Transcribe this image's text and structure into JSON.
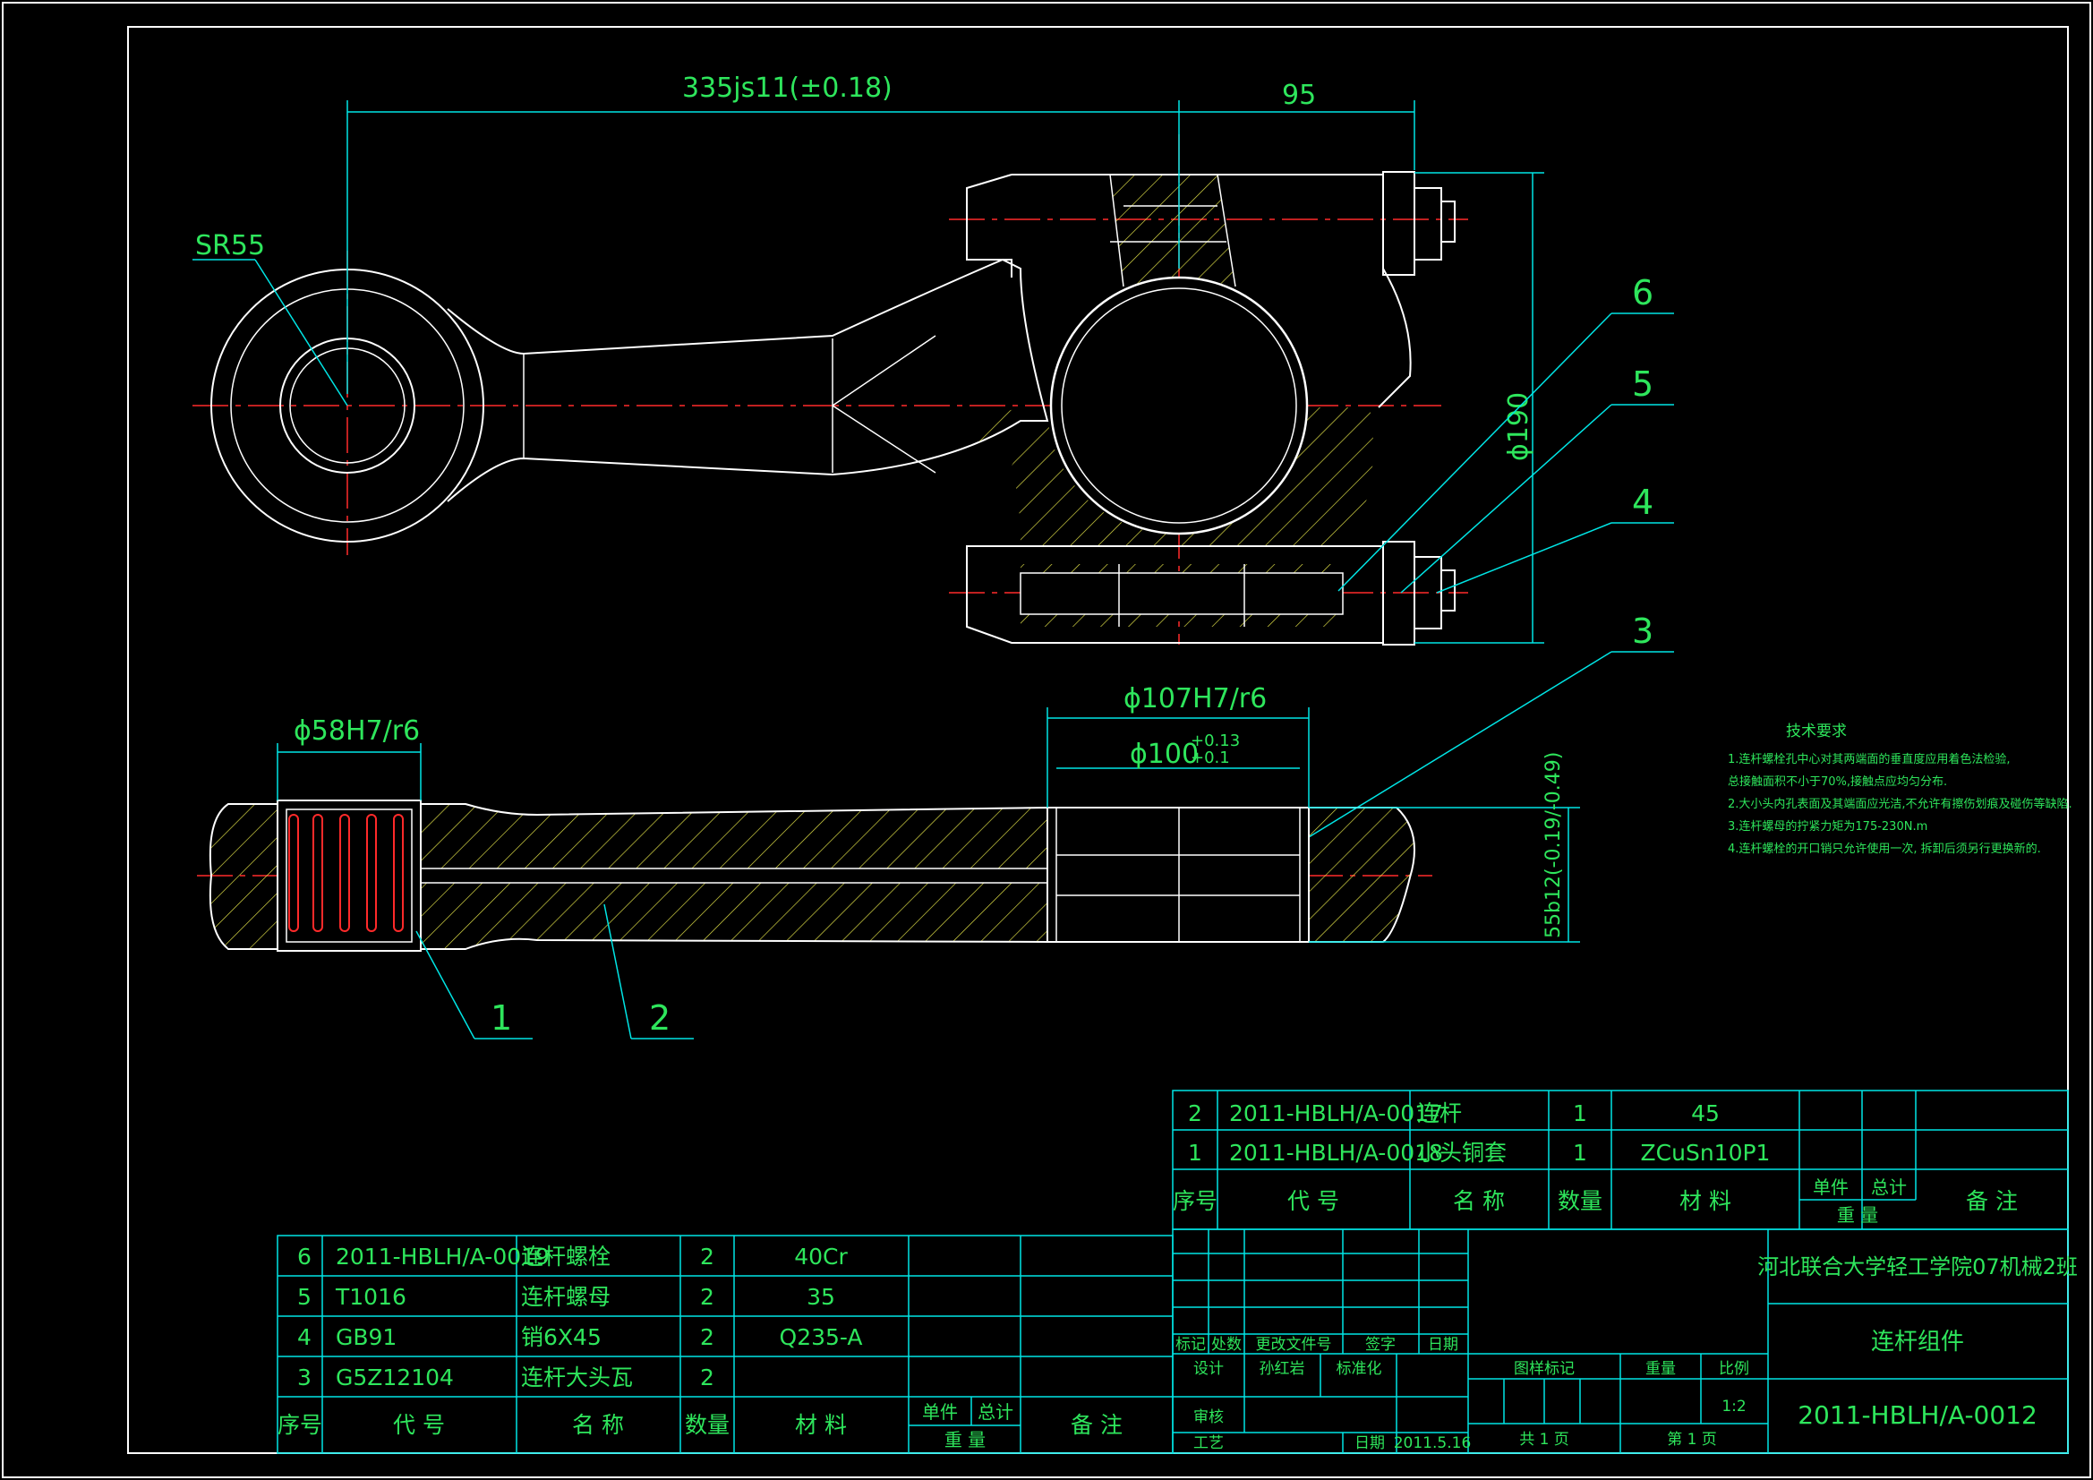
{
  "dimensions": {
    "d335": "335js11(±0.18)",
    "d95": "95",
    "sr55": "SR55",
    "d190": "ϕ190",
    "d58": "ϕ58H7/r6",
    "d107": "ϕ107H7/r6",
    "d100": "ϕ100",
    "d100_tol_up": "+0.13",
    "d100_tol_lo": "+0.1",
    "d55": "55b12(-0.19/-0.49)"
  },
  "balloons": [
    "6",
    "5",
    "4",
    "3",
    "1",
    "2"
  ],
  "tech_requirements": {
    "title": "技术要求",
    "items": [
      "1.连杆螺栓孔中心对其两端面的垂直度应用着色法检验,",
      "   总接触面积不小于70%,接触点应均匀分布.",
      "2.大小头内孔表面及其端面应光洁,不允许有擦伤划痕及碰伤等缺陷.",
      "3.连杆螺母的拧紧力矩为175-230N.m",
      "4.连杆螺栓的开口销只允许使用一次, 拆卸后须另行更换新的."
    ]
  },
  "bom_left": {
    "rows": [
      {
        "no": "6",
        "code": "2011-HBLH/A-0019",
        "name": "连杆螺栓",
        "qty": "2",
        "material": "40Cr"
      },
      {
        "no": "5",
        "code": "T1016",
        "name": "连杆螺母",
        "qty": "2",
        "material": "35"
      },
      {
        "no": "4",
        "code": "GB91",
        "name": "销6X45",
        "qty": "2",
        "material": "Q235-A"
      },
      {
        "no": "3",
        "code": "G5Z12104",
        "name": "连杆大头瓦",
        "qty": "2",
        "material": ""
      }
    ],
    "header": {
      "no": "序号",
      "code": "代 号",
      "name": "名 称",
      "qty": "数量",
      "material": "材 料",
      "unit": "单件",
      "total": "总计",
      "weight": "重 量",
      "remark": "备 注"
    }
  },
  "bom_right": {
    "rows": [
      {
        "no": "2",
        "code": "2011-HBLH/A-0017",
        "name": "连杆",
        "qty": "1",
        "material": "45"
      },
      {
        "no": "1",
        "code": "2011-HBLH/A-0018",
        "name": "小头铜套",
        "qty": "1",
        "material": "ZCuSn10P1"
      }
    ],
    "header": {
      "no": "序号",
      "code": "代 号",
      "name": "名 称",
      "qty": "数量",
      "material": "材 料",
      "unit": "单件",
      "total": "总计",
      "weight": "重 量",
      "remark": "备 注"
    }
  },
  "title_block": {
    "school": "河北联合大学轻工学院07机械2班",
    "part_name": "连杆组件",
    "drawing_no": "2011-HBLH/A-0012",
    "mark": "标记",
    "count": "处数",
    "change_doc": "更改文件号",
    "sign": "签字",
    "date": "日期",
    "design": "设计",
    "designer": "孙红岩",
    "standard": "标准化",
    "pattern_mark": "图样标记",
    "weight": "重量",
    "scale_label": "比例",
    "scale": "1:2",
    "review": "审核",
    "process": "工艺",
    "date_label": "日期",
    "date_value": "2011.5.16",
    "total_pages": "共 1 页",
    "page": "第 1 页"
  },
  "colors": {
    "background": "#000000",
    "outline": "#ffffff",
    "dimension": "#00e5e5",
    "text": "#2ee65c",
    "centerline": "#ff2a2a",
    "hatch": "#e6e64a"
  }
}
